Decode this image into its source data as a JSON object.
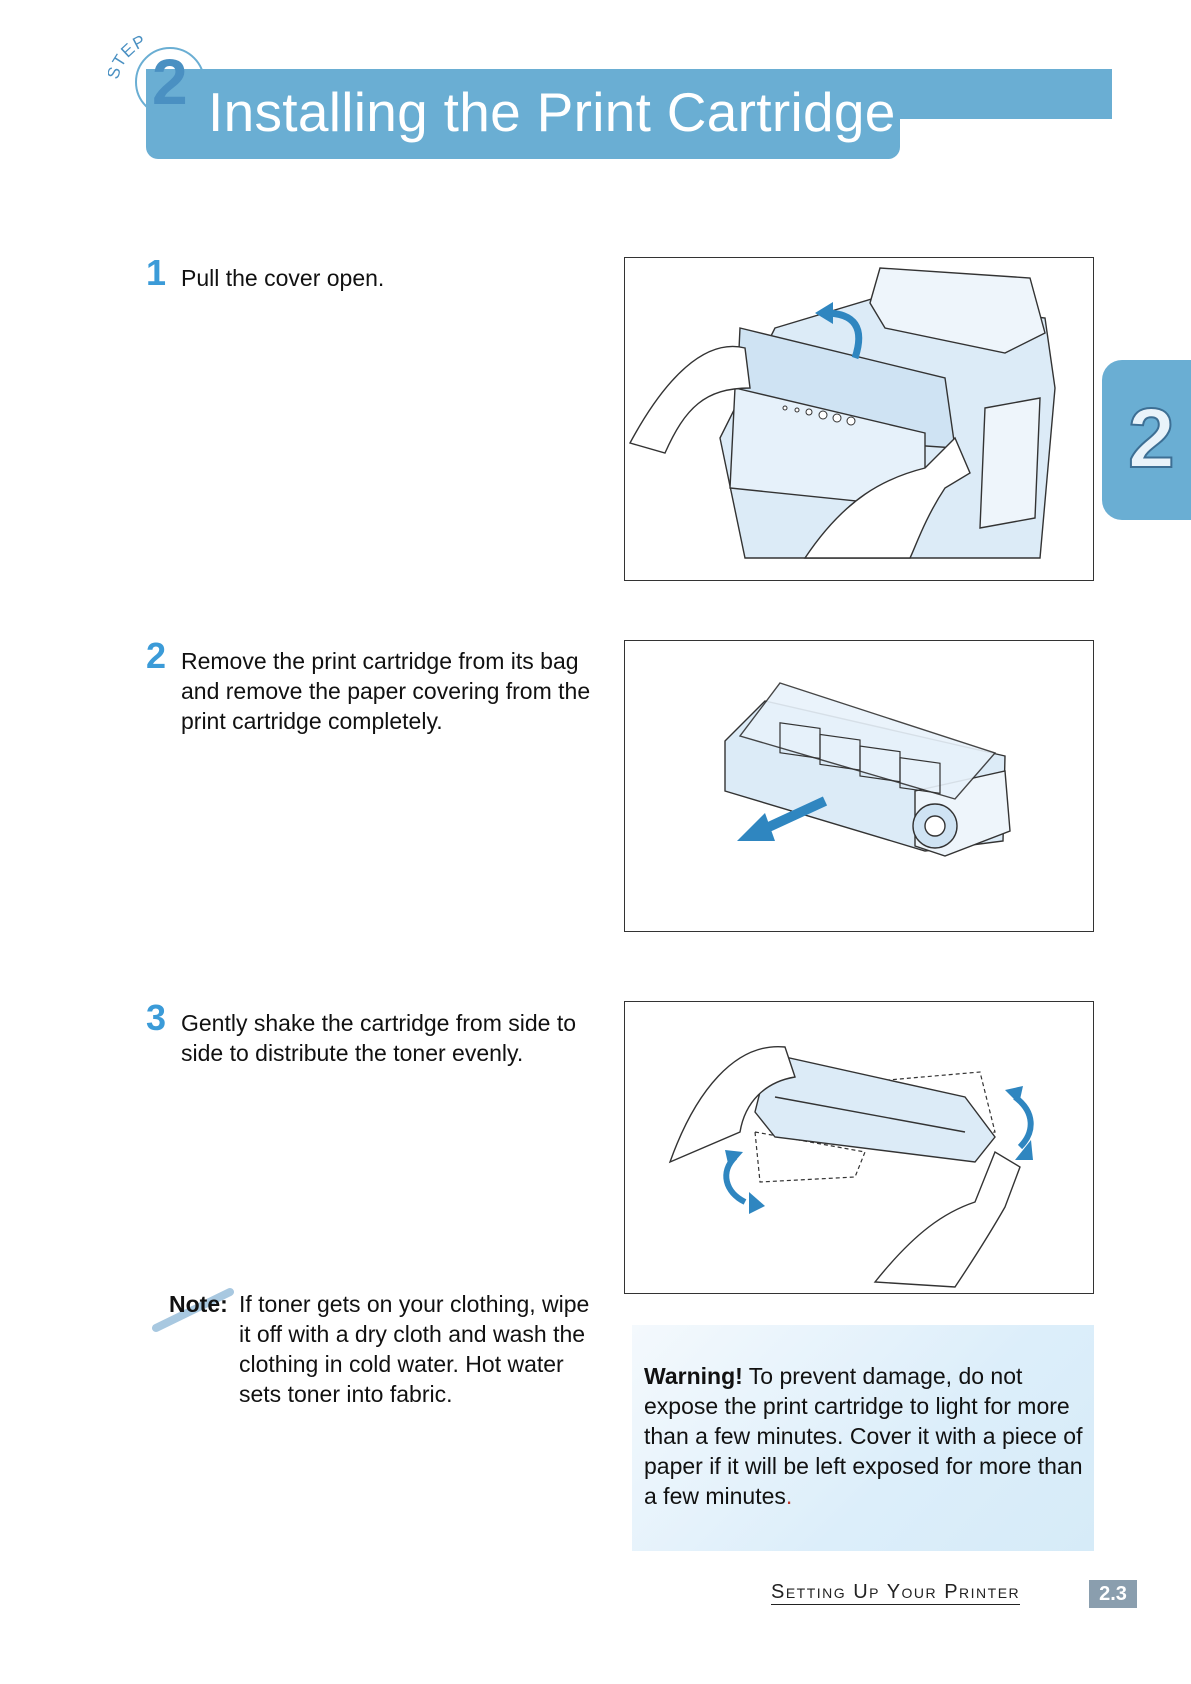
{
  "header": {
    "step_word": "STEP",
    "step_number": "2",
    "title": "Installing the Print Cartridge"
  },
  "side_tab": {
    "label": "2"
  },
  "steps": [
    {
      "number": "1",
      "text": "Pull the cover open."
    },
    {
      "number": "2",
      "text": "Remove the print cartridge from its bag and remove the paper covering from the print cartridge completely."
    },
    {
      "number": "3",
      "text": "Gently shake the cartridge from side to side to distribute the toner evenly."
    }
  ],
  "note": {
    "label": "Note:",
    "text": "If toner gets on your clothing, wipe it off with a dry cloth and wash the clothing in cold water. Hot water sets toner into fabric."
  },
  "warning": {
    "label": "Warning!",
    "text": " To prevent damage, do not expose the print cartridge to light for more than a few minutes. Cover it with a piece of paper if it will be left exposed for more than a few minutes",
    "end": "."
  },
  "footer": {
    "section": "Setting Up Your Printer",
    "page": "2.3"
  },
  "colors": {
    "accent": "#6aaed3",
    "step_number": "#3b9bd8",
    "illustration_fill": "#dcebf7",
    "arrow": "#2f86c0"
  }
}
